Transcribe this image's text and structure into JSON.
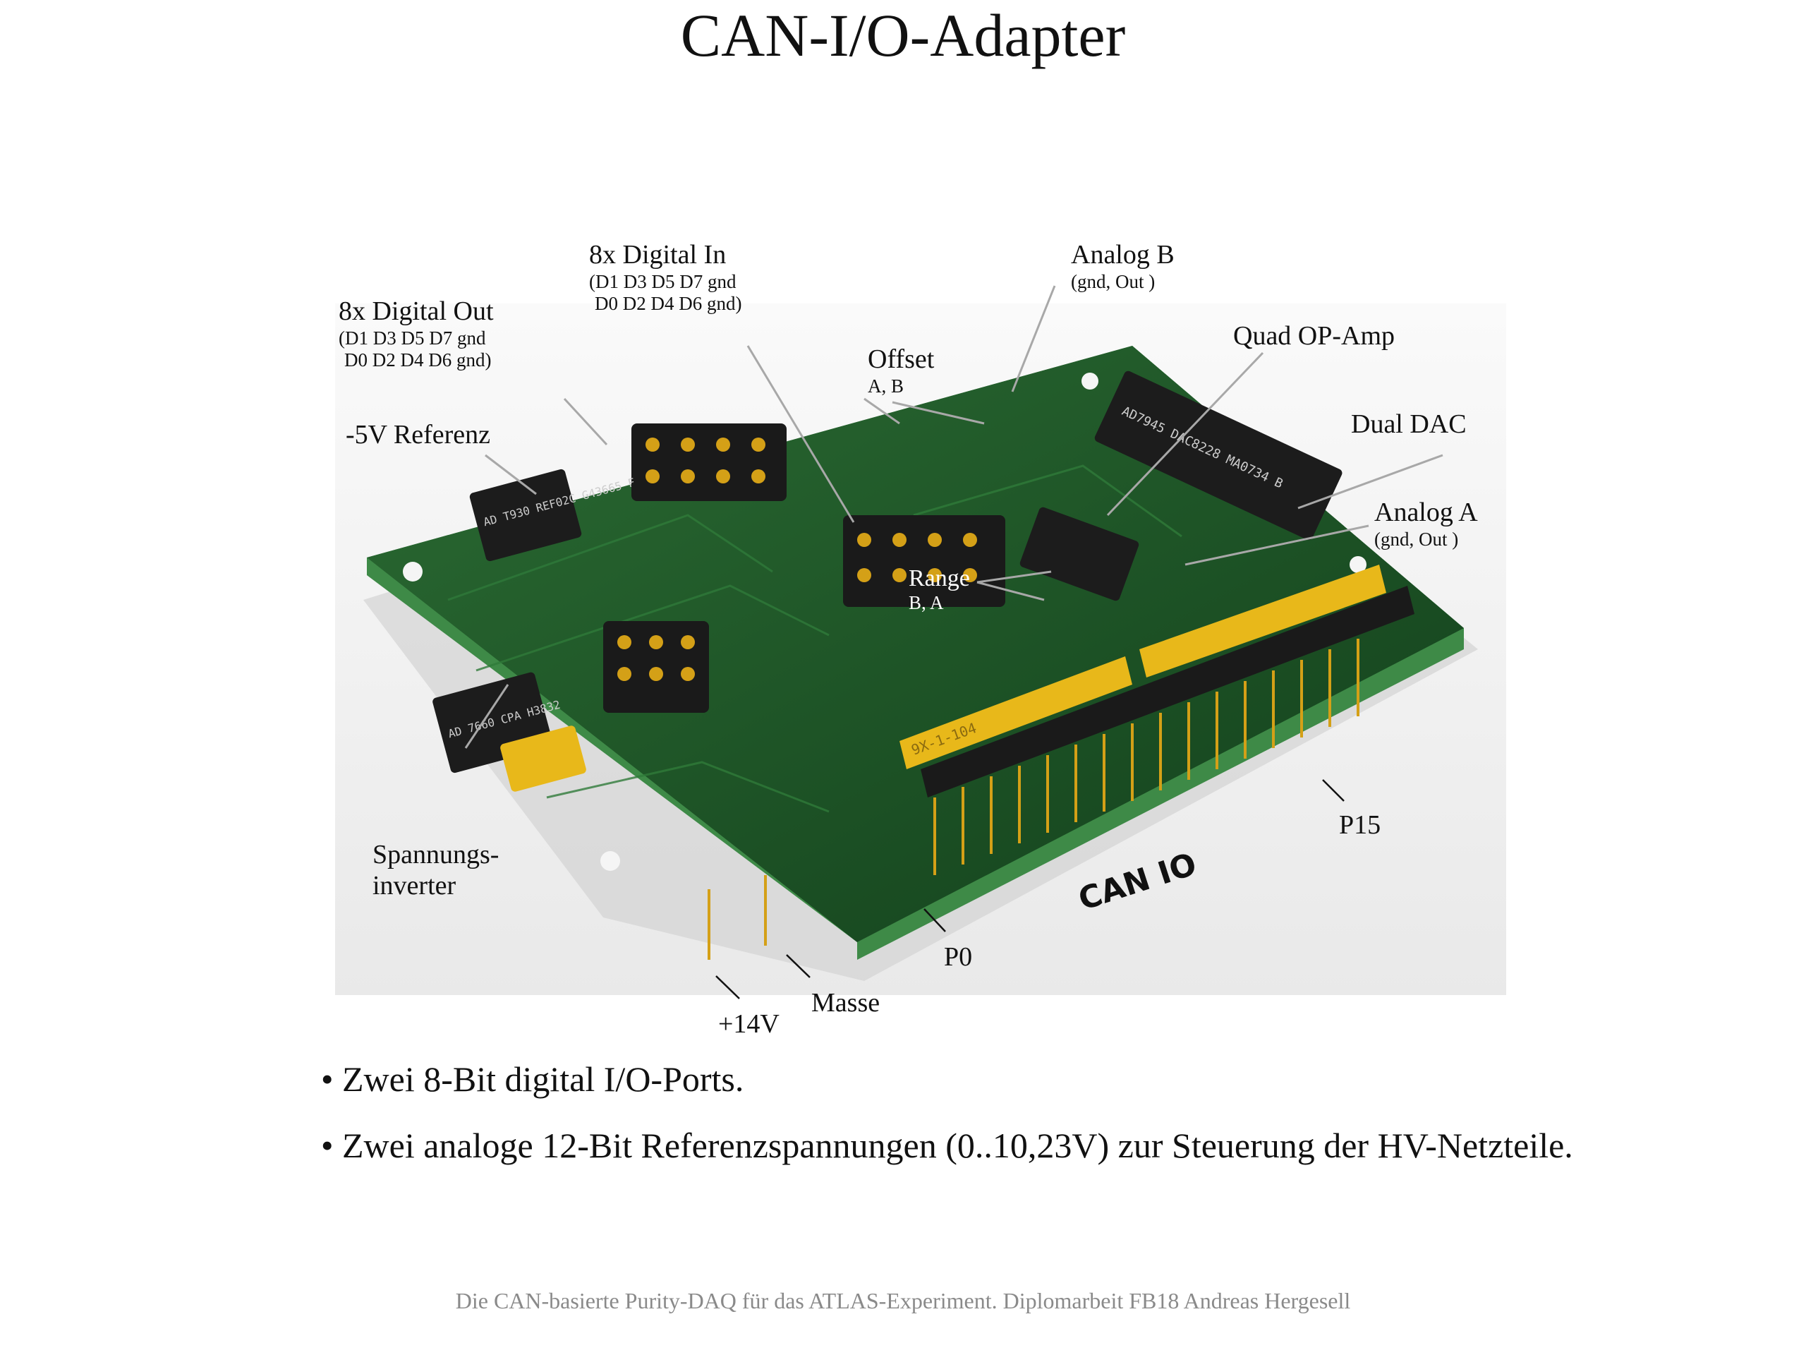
{
  "title": "CAN-I/O-Adapter",
  "labels": {
    "digital_out": {
      "title": "8x Digital Out",
      "line1": "(D1 D3 D5 D7 gnd",
      "line2": "D0 D2 D4 D6 gnd)"
    },
    "digital_in": {
      "title": "8x Digital In",
      "line1": "(D1 D3 D5 D7 gnd",
      "line2": "D0 D2 D4 D6 gnd)"
    },
    "analog_b": {
      "title": "Analog B",
      "line1": "(gnd, Out )"
    },
    "quad_opamp": {
      "title": "Quad OP-Amp"
    },
    "offset": {
      "title": "Offset",
      "line1": "A, B"
    },
    "dual_dac": {
      "title": "Dual DAC"
    },
    "referenz": {
      "title": "-5V Referenz"
    },
    "analog_a": {
      "title": "Analog A",
      "line1": "(gnd, Out )"
    },
    "range": {
      "title": "Range",
      "line1": "B, A"
    },
    "inverter": {
      "line1": "Spannungs-",
      "line2": "inverter"
    },
    "p15": {
      "title": "P15"
    },
    "p0": {
      "title": "P0"
    },
    "masse": {
      "title": "Masse"
    },
    "v14": {
      "title": "+14V"
    }
  },
  "board": {
    "silkscreen_can_io": "CAN IO",
    "chip_dac": "AD7945 DAC8228 MA0734 B",
    "chip_ref": "AD T930 REF02C G43665 F",
    "chip_inv": "AD 7660 CPA H3832",
    "resistor_net": "9X-1-104",
    "colors": {
      "pcb": "#1f5a2a",
      "pcb_edge": "#2f7a3a",
      "header": "#1a1a1a",
      "gold": "#d4a017",
      "cap_yellow": "#e8b81a"
    }
  },
  "bullets": [
    "• Zwei 8-Bit digital I/O-Ports.",
    "• Zwei analoge 12-Bit Referenzspannungen (0..10,23V) zur Steuerung der HV-Netzteile."
  ],
  "footer": "Die CAN-basierte Purity-DAQ für das ATLAS-Experiment. Diplomarbeit FB18 Andreas Hergesell"
}
